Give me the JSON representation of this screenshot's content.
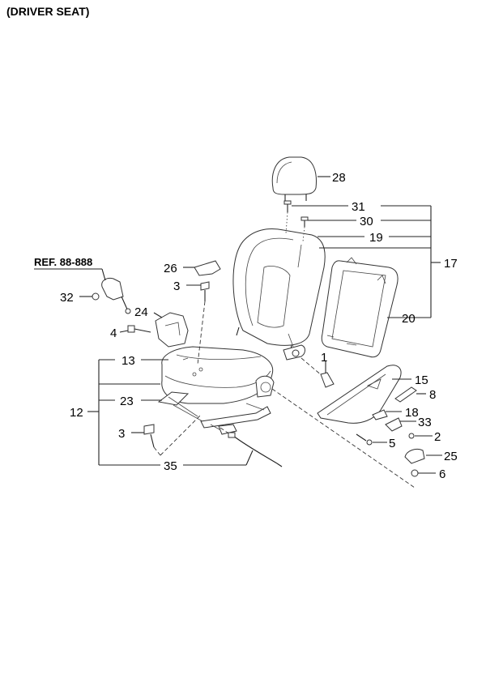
{
  "diagram": {
    "title": "(DRIVER SEAT)",
    "reference": "REF. 88-888",
    "callouts": {
      "c28": "28",
      "c31": "31",
      "c30": "30",
      "c19": "19",
      "c17": "17",
      "c26": "26",
      "c3a": "3",
      "c20": "20",
      "c32": "32",
      "c24": "24",
      "c4": "4",
      "c1": "1",
      "c13": "13",
      "c15": "15",
      "c8": "8",
      "c23": "23",
      "c12": "12",
      "c18": "18",
      "c33": "33",
      "c3b": "3",
      "c5": "5",
      "c2": "2",
      "c25": "25",
      "c35": "35",
      "c6": "6"
    }
  }
}
